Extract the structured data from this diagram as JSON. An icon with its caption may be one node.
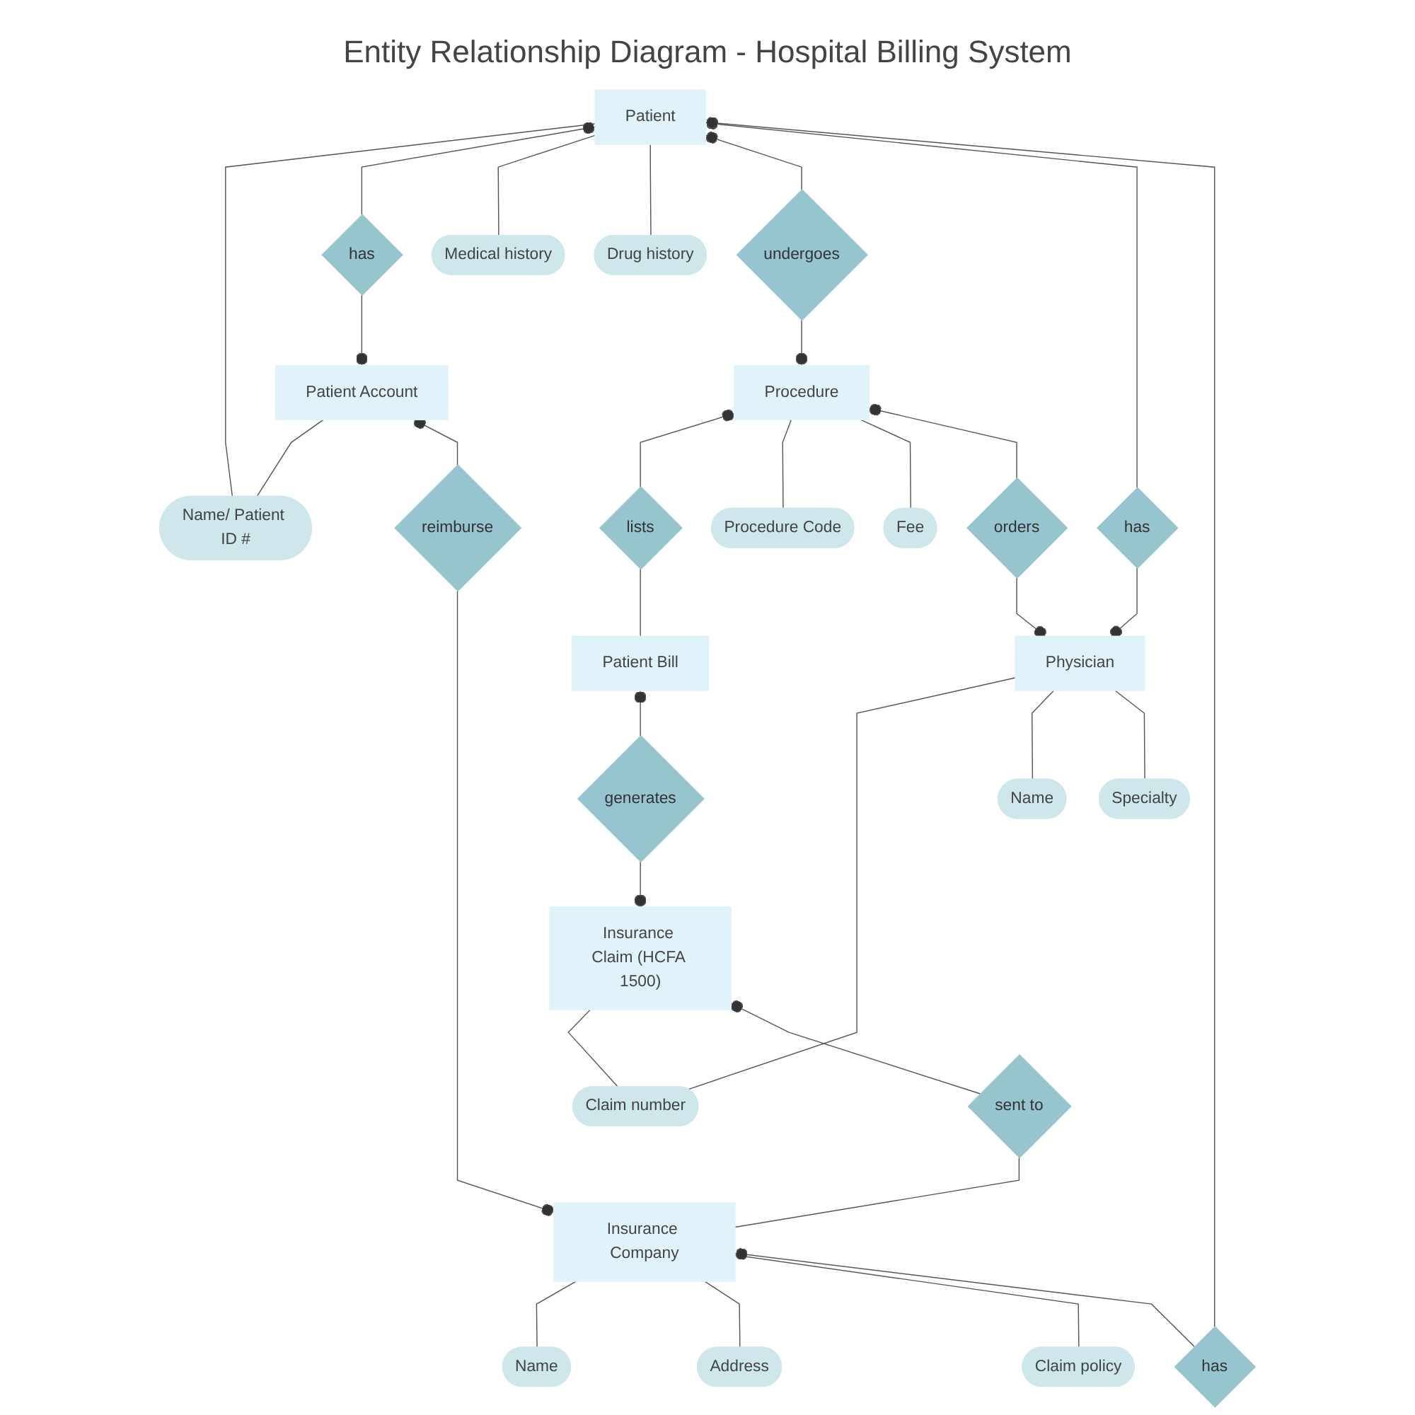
{
  "diagram": {
    "title": "Entity Relationship Diagram - Hospital Billing System",
    "nodes": [
      {
        "text": [
          "Patient"
        ]
      },
      {
        "text": [
          "Name/ Patient ID #"
        ]
      },
      {
        "text": [
          "has"
        ]
      },
      {
        "text": [
          "Patient Account"
        ]
      },
      {
        "text": [
          "Medical history"
        ]
      },
      {
        "text": [
          "Drug history"
        ]
      },
      {
        "text": [
          "undergoes"
        ]
      },
      {
        "text": [
          "has"
        ]
      },
      {
        "text": [
          "Patient Bill"
        ]
      },
      {
        "text": [
          "lists"
        ]
      },
      {
        "text": [
          "generates"
        ]
      },
      {
        "text": [
          "Procedure"
        ]
      },
      {
        "text": [
          "reimburse"
        ]
      },
      {
        "text": [
          "Procedure Code"
        ]
      },
      {
        "text": [
          "Claim number"
        ]
      },
      {
        "text": [
          "Insurance Claim (HCFA 1500)"
        ]
      },
      {
        "text": [
          "Fee"
        ]
      },
      {
        "text": [
          "orders"
        ]
      },
      {
        "text": [
          "sent to"
        ]
      },
      {
        "text": [
          "Name"
        ]
      },
      {
        "text": [
          "Insurance Company"
        ]
      },
      {
        "text": [
          "Address"
        ]
      },
      {
        "text": [
          "Physician"
        ]
      },
      {
        "text": [
          "Claim policy"
        ]
      },
      {
        "text": [
          "Name"
        ]
      },
      {
        "text": [
          "Specialty"
        ]
      },
      {
        "text": [
          "has"
        ]
      }
    ],
    "edges": [
      {
        "from": 1,
        "to": 0,
        "arrow": "none"
      },
      {
        "from": 1,
        "to": 3,
        "arrow": "none"
      },
      {
        "from": 2,
        "to": 0,
        "arrow": "other"
      },
      {
        "from": 2,
        "to": 3,
        "arrow": "other"
      },
      {
        "from": 4,
        "to": 0,
        "arrow": "none"
      },
      {
        "from": 5,
        "to": 0,
        "arrow": "none"
      },
      {
        "from": 6,
        "to": 0,
        "arrow": "other"
      },
      {
        "from": 6,
        "to": 11,
        "arrow": "other"
      },
      {
        "from": 7,
        "to": 0,
        "arrow": "other"
      },
      {
        "from": 7,
        "to": 22,
        "arrow": "other"
      },
      {
        "from": 9,
        "to": 8,
        "arrow": "none"
      },
      {
        "from": 9,
        "to": 11,
        "arrow": "other"
      },
      {
        "from": 10,
        "to": 8,
        "arrow": "other"
      },
      {
        "from": 10,
        "to": 15,
        "arrow": "other"
      },
      {
        "from": 12,
        "to": 3,
        "arrow": "other"
      },
      {
        "from": 12,
        "to": 20,
        "arrow": "other"
      },
      {
        "from": 13,
        "to": 11,
        "arrow": "none"
      },
      {
        "from": 16,
        "to": 11,
        "arrow": "none"
      },
      {
        "from": 17,
        "to": 11,
        "arrow": "other"
      },
      {
        "from": 17,
        "to": 22,
        "arrow": "other"
      },
      {
        "from": 14,
        "to": 15,
        "arrow": "none"
      },
      {
        "from": 14,
        "to": 22,
        "arrow": "none"
      },
      {
        "from": 18,
        "to": 15,
        "arrow": "other"
      },
      {
        "from": 18,
        "to": 20,
        "arrow": "none"
      },
      {
        "from": 19,
        "to": 20,
        "arrow": "none"
      },
      {
        "from": 21,
        "to": 20,
        "arrow": "none"
      },
      {
        "from": 23,
        "to": 20,
        "arrow": "none"
      },
      {
        "from": 24,
        "to": 22,
        "arrow": "none"
      },
      {
        "from": 25,
        "to": 22,
        "arrow": "none"
      },
      {
        "from": 26,
        "to": 20,
        "arrow": "other"
      },
      {
        "from": 26,
        "to": 0,
        "arrow": "other"
      }
    ]
  }
}
